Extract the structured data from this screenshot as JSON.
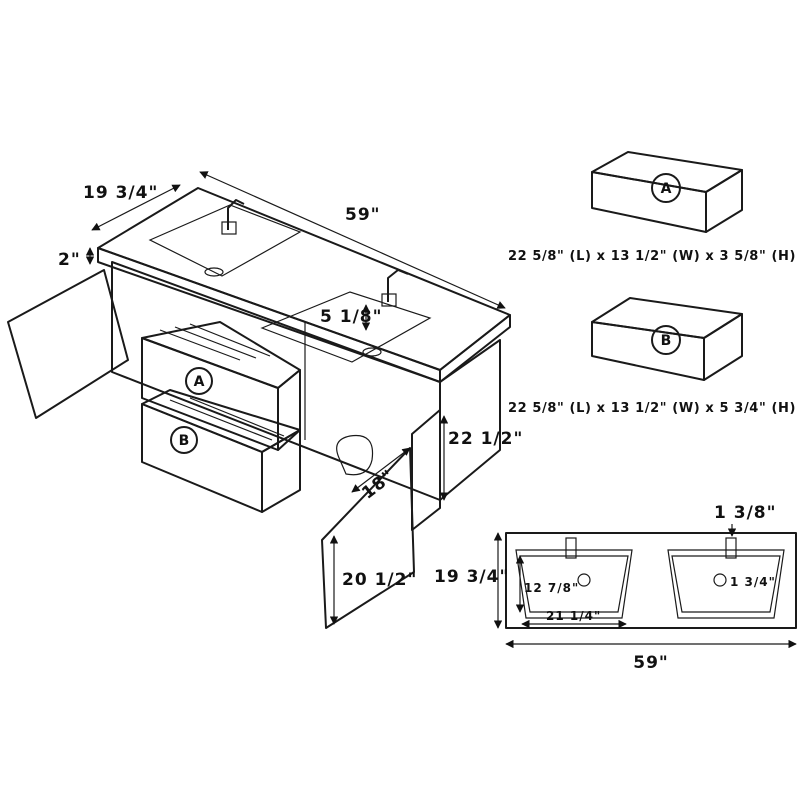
{
  "main_view": {
    "depth": "19 3/4\"",
    "width": "59\"",
    "top_thickness": "2\"",
    "basin_depth": "5 1/8\"",
    "vanity_height": "22 1/2\"",
    "door_height": "20 1/2\"",
    "door_width": "18\"",
    "drawer_a": "A",
    "drawer_b": "B"
  },
  "sink_specs": {
    "a": {
      "label": "A",
      "dimensions": "22 5/8\" (L) x 13 1/2\" (W) x 3 5/8\" (H)"
    },
    "b": {
      "label": "B",
      "dimensions": "22 5/8\" (L) x 13 1/2\" (W) x 5 3/4\" (H)"
    }
  },
  "top_view": {
    "depth": "19 3/4\"",
    "width": "59\"",
    "faucet_hole": "1 3/8\"",
    "drain_hole": "1 3/4\"",
    "basin_width": "12 7/8\"",
    "basin_length": "21 1/4\""
  }
}
